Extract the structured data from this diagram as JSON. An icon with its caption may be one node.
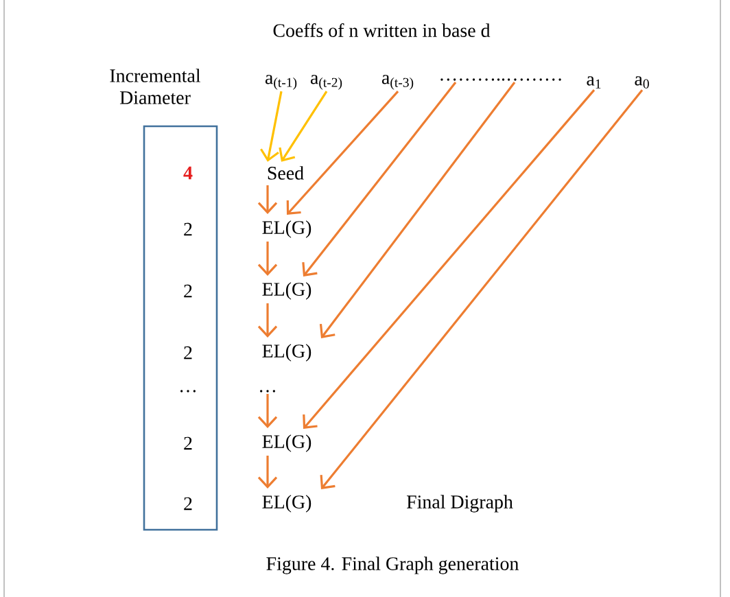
{
  "diagram": {
    "caption": "Figure 4.  Final Graph generation",
    "nodes": [
      {
        "text": [
          "a$_{(t-1)}$"
        ]
      },
      {
        "text": [
          "a$_{(t-2)}$"
        ]
      },
      {
        "text": [
          "a$_{(t-3)}$"
        ]
      },
      {
        "text": [
          "………..………"
        ]
      },
      {
        "text": [
          "a$_{1}$"
        ]
      },
      {
        "text": [
          "a$_{0}$"
        ]
      },
      {
        "text": [
          "Incremental Diameter",
          "4",
          "2",
          "2",
          "2",
          "…",
          "2",
          "2"
        ]
      },
      {
        "text": [
          "Seed"
        ]
      },
      {
        "text": [
          "EL(G)"
        ]
      },
      {
        "text": [
          "EL(G)"
        ]
      },
      {
        "text": [
          "EL(G)"
        ]
      },
      {
        "text": [
          "…"
        ]
      },
      {
        "text": [
          "EL(G)"
        ]
      },
      {
        "text": [
          "EL(G)"
        ],
        "beside": [
          "Final Digraph"
        ]
      }
    ],
    "edges": [
      {
        "from": 0,
        "to": 7,
        "arrow": "to",
        "color": "#ffc000"
      },
      {
        "from": 1,
        "to": 7,
        "arrow": "to",
        "color": "#ffc000"
      },
      {
        "from": 7,
        "to": 8,
        "arrow": "to"
      },
      {
        "from": 8,
        "to": 9,
        "arrow": "to"
      },
      {
        "from": 9,
        "to": 10,
        "arrow": "to"
      },
      {
        "from": 11,
        "to": 12,
        "arrow": "to"
      },
      {
        "from": 12,
        "to": 13,
        "arrow": "to"
      },
      {
        "from": 2,
        "to": 8,
        "arrow": "to"
      },
      {
        "from": 3,
        "to": 9,
        "arrow": "to"
      },
      {
        "from": 3,
        "to": 10,
        "arrow": "to"
      },
      {
        "from": 4,
        "to": 12,
        "arrow": "to"
      },
      {
        "from": 5,
        "to": 13,
        "arrow": "to"
      }
    ],
    "labels": [
      "Coeffs of n written in base d"
    ]
  }
}
